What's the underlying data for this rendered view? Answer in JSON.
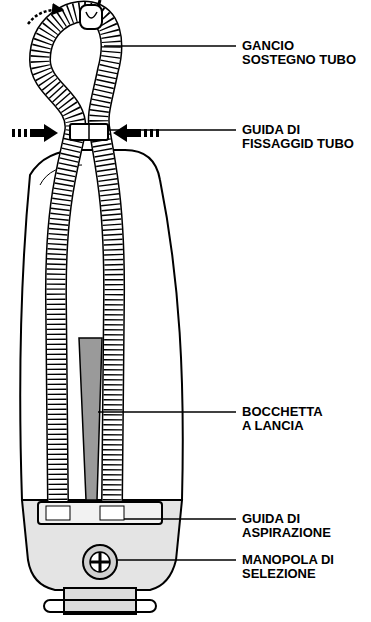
{
  "diagram": {
    "labels": [
      "GANCIO SOSTEGNO TUBO",
      "GUIDA DI FISSAGGID TUBO",
      "BOCCHETTA A LANCIA",
      "GUIDA DI ASPIRAZIONE",
      "MANOPOLA DI SELEZIONE"
    ]
  }
}
